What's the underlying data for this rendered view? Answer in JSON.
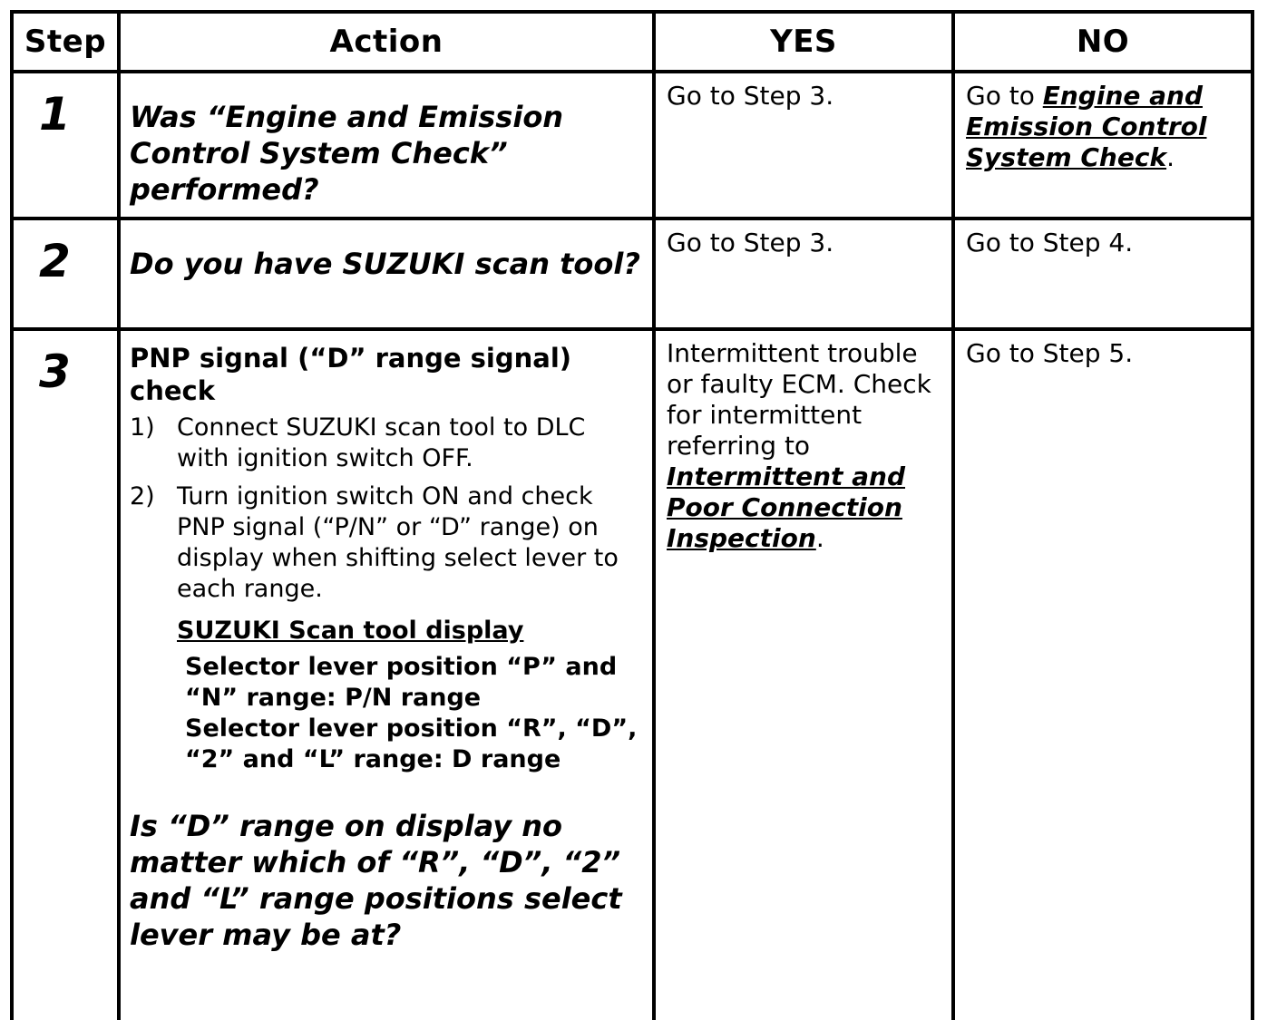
{
  "headers": {
    "step": "Step",
    "action": "Action",
    "yes": "YES",
    "no": "NO"
  },
  "rows": [
    {
      "step": "1",
      "action": "Was “Engine and Emission Control System Check” performed?",
      "yes": "Go to Step 3.",
      "no_prefix": "Go to ",
      "no_link": "Engine and Emission Control System Check",
      "no_suffix": "."
    },
    {
      "step": "2",
      "action": "Do you have SUZUKI scan tool?",
      "yes": "Go to Step 3.",
      "no": "Go to Step 4."
    },
    {
      "step": "3",
      "action_title": "PNP signal (“D” range signal) check",
      "action_steps": [
        {
          "num": "1)",
          "text": "Connect SUZUKI scan tool to DLC with ignition switch OFF."
        },
        {
          "num": "2)",
          "text": "Turn ignition switch ON and check PNP signal (“P/N” or “D” range) on display when shifting select lever to each range."
        }
      ],
      "display_heading": "SUZUKI Scan tool display",
      "display_lines": [
        "Selector lever position “P” and “N” range: P/N range",
        "Selector lever position “R”, “D”, “2” and “L” range: D range"
      ],
      "question": "Is “D” range on display no matter which of “R”, “D”, “2” and “L” range positions select lever may be at?",
      "yes_text": "Intermittent trouble or faulty ECM. Check for intermittent referring to ",
      "yes_link": "Intermittent and Poor Connection Inspection",
      "yes_suffix": ".",
      "no": "Go to Step 5."
    }
  ]
}
